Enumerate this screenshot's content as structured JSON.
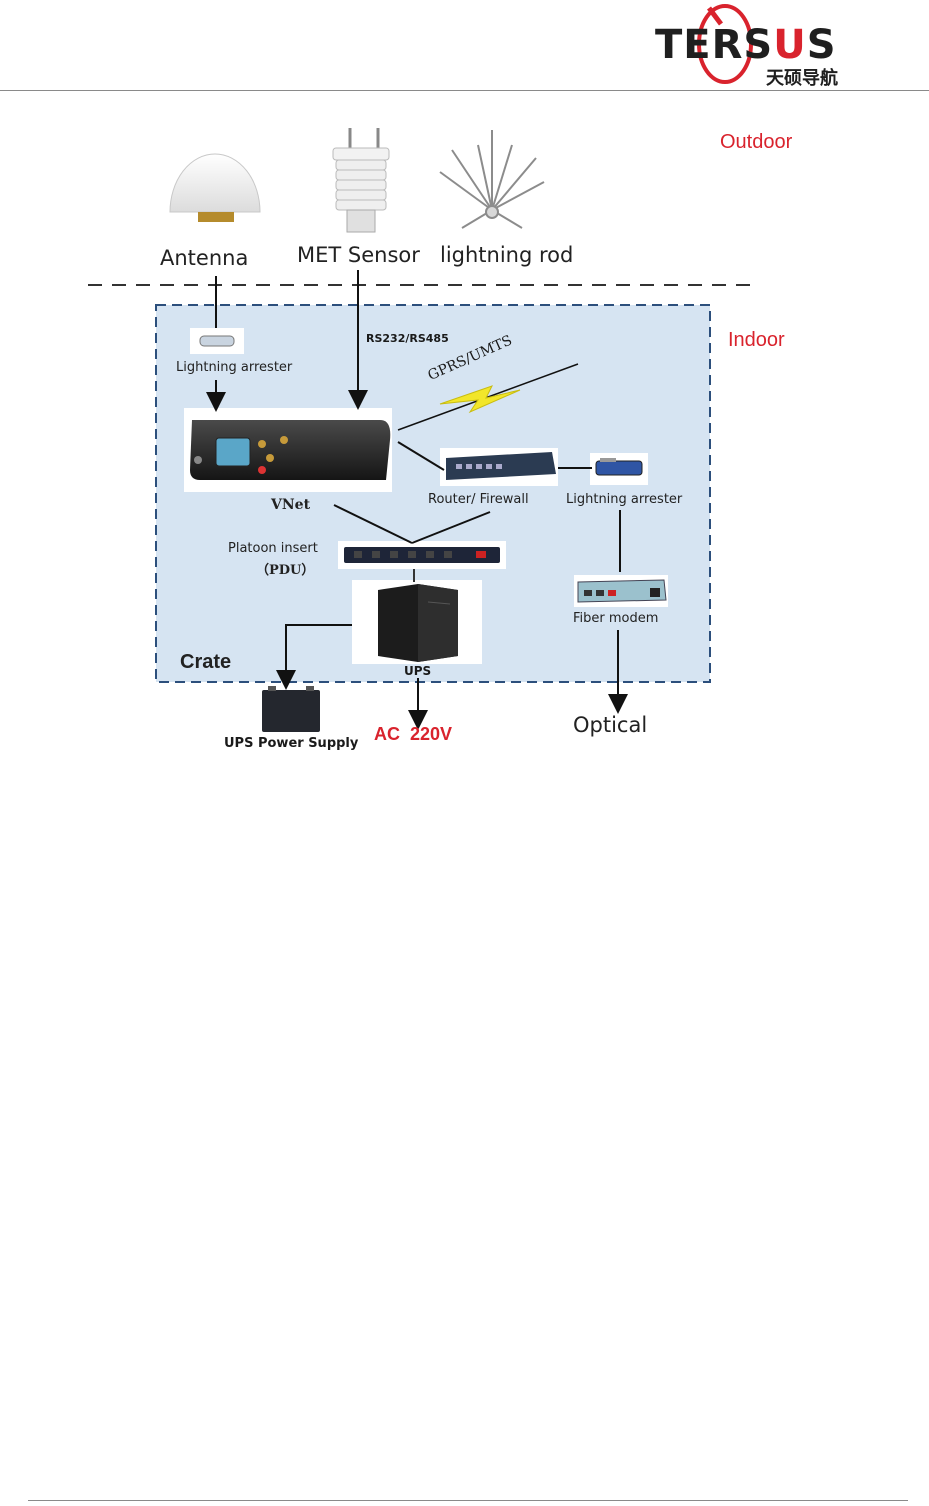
{
  "header": {
    "logo_text": "TERSUS",
    "logo_subtext": "天硕导航"
  },
  "diagram": {
    "zone_outdoor": "Outdoor",
    "zone_indoor": "Indoor",
    "crate": "Crate",
    "nodes": {
      "antenna": "Antenna",
      "met_sensor": "MET Sensor",
      "lightning_rod": "lightning rod",
      "lightning_arrester_1": "Lightning arrester",
      "vnet": "VNet",
      "router_firewall": "Router/ Firewall",
      "lightning_arrester_2": "Lightning arrester",
      "platoon_insert": "Platoon insert",
      "pdu": "（PDU）",
      "ups": "UPS",
      "fiber_modem": "Fiber modem",
      "ups_power_supply": "UPS Power Supply",
      "ac_power": "AC  220V",
      "optical": "Optical"
    },
    "links": {
      "serial": "RS232/RS485",
      "wireless": "GPRS/UMTS"
    }
  },
  "colors": {
    "accent_red": "#d9232d",
    "indoor_fill": "#d6e4f2",
    "indoor_border": "#2c4f7c"
  }
}
